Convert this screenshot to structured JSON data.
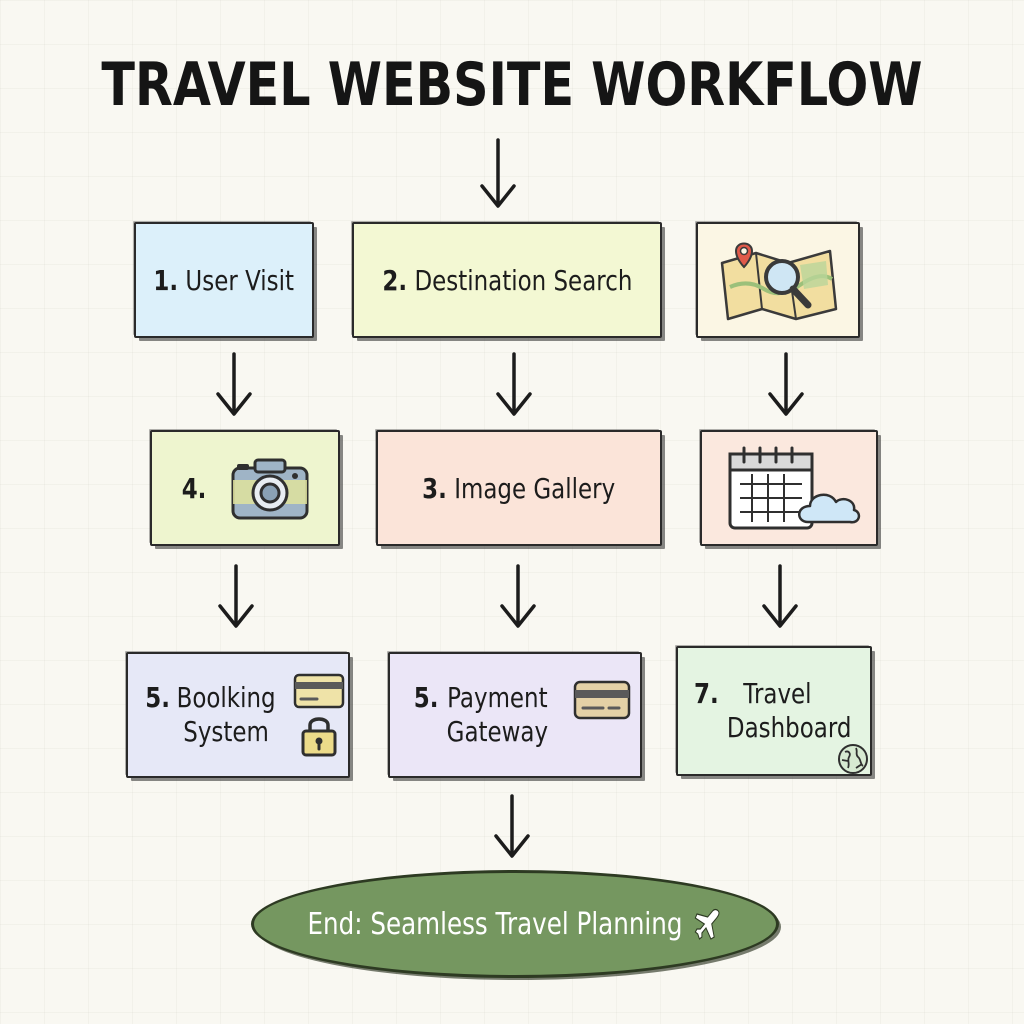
{
  "title": "TRAVEL WEBSITE WORKFLOW",
  "colors": {
    "box_blue": "#dcf0fa",
    "box_yellow_green": "#f3f8d3",
    "box_cream": "#fbf6e4",
    "box_lime": "#eef5cf",
    "box_peach": "#fbe4d9",
    "box_peach_light": "#fbe8de",
    "box_lavender": "#e6e8f7",
    "box_lilac": "#ebe6f7",
    "box_mint": "#e4f4e2",
    "end_oval": "#759760",
    "outline": "#2a2a2a"
  },
  "nodes": {
    "user_visit": {
      "number": "1.",
      "label": "User Visit"
    },
    "destination_search": {
      "number": "2.",
      "label": "Destination Search"
    },
    "map_search": {
      "icon": "map-magnifier-icon"
    },
    "camera": {
      "number": "4.",
      "icon": "camera-icon"
    },
    "image_gallery": {
      "number": "3.",
      "label": "Image Gallery"
    },
    "calendar": {
      "icon": "calendar-cloud-icon"
    },
    "booking_system": {
      "number": "5.",
      "line1": "Boolking",
      "line2": "System",
      "icons": [
        "credit-card-icon",
        "padlock-icon"
      ]
    },
    "payment_gateway": {
      "number": "5.",
      "line1": "Payment",
      "line2": "Gateway",
      "icon": "credit-card-icon"
    },
    "travel_dashboard": {
      "number": "7.",
      "line1": "Travel",
      "line2": "Dashboard",
      "icon": "globe-icon"
    }
  },
  "end": {
    "label": "End: Seamless Travel Planning",
    "icon": "airplane-icon"
  }
}
